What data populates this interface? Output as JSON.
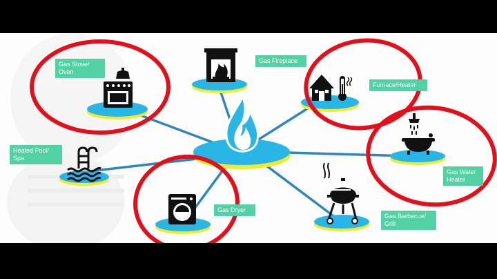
{
  "diagram": {
    "center": "gas-flame",
    "nodes": [
      {
        "id": "stove",
        "label": "Gas Stove/\nOven",
        "icon": "stove-icon",
        "circled": true
      },
      {
        "id": "fireplace",
        "label": "Gas Fireplace",
        "icon": "fireplace-icon",
        "circled": false
      },
      {
        "id": "furnace",
        "label": "Furnace/Heater",
        "icon": "house-thermometer-icon",
        "circled": true
      },
      {
        "id": "waterheater",
        "label": "Gas Water\nHeater",
        "icon": "bathtub-shower-icon",
        "circled": true
      },
      {
        "id": "bbq",
        "label": "Gas Barbecue/\nGrill",
        "icon": "grill-icon",
        "circled": false
      },
      {
        "id": "dryer",
        "label": "Gas Dryer",
        "icon": "dryer-icon",
        "circled": true
      },
      {
        "id": "pool",
        "label": "Heated Pool/\nSpa",
        "icon": "pool-ladder-icon",
        "circled": false
      }
    ],
    "colors": {
      "platform": "#29b6e6",
      "platform_edge": "#f2ea2b",
      "connector": "#2e86c1",
      "label_bg": "#52d1a4",
      "highlight_circle": "#e3101c",
      "icon": "#111111"
    }
  }
}
